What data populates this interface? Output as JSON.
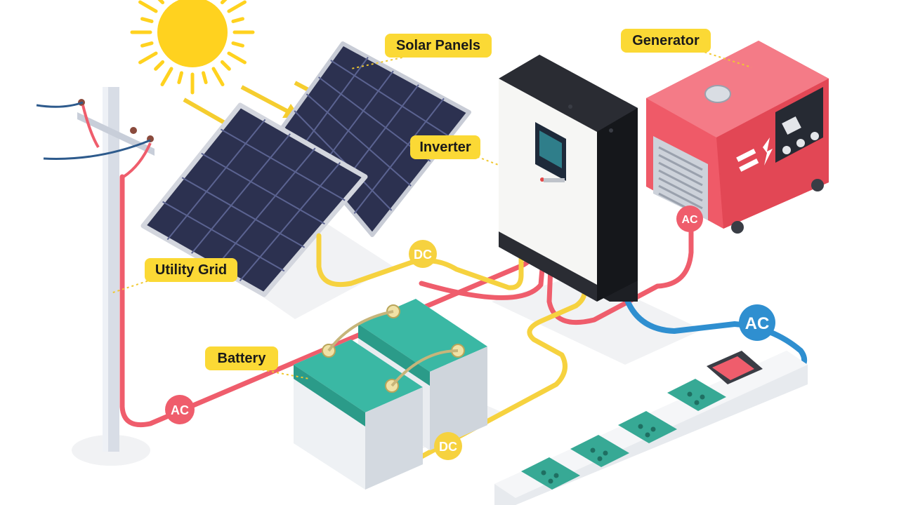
{
  "labels": {
    "solar_panels": "Solar Panels",
    "generator": "Generator",
    "inverter": "Inverter",
    "utility_grid": "Utility Grid",
    "battery": "Battery"
  },
  "badges": {
    "dc_panels": "DC",
    "dc_battery": "DC",
    "ac_grid": "AC",
    "ac_generator": "AC",
    "ac_outlet": "AC"
  },
  "colors": {
    "label_fill": "#fbd935",
    "dc_wire": "#f6d23f",
    "ac_wire": "#ef5d6c",
    "load_wire": "#2f8fd0",
    "sun": "#ffd21f",
    "panel": "#2c3150",
    "generator": "#ef5a68",
    "battery": "#3ab8a4",
    "pole": "#d8dde6",
    "outlet": "#37a995"
  }
}
